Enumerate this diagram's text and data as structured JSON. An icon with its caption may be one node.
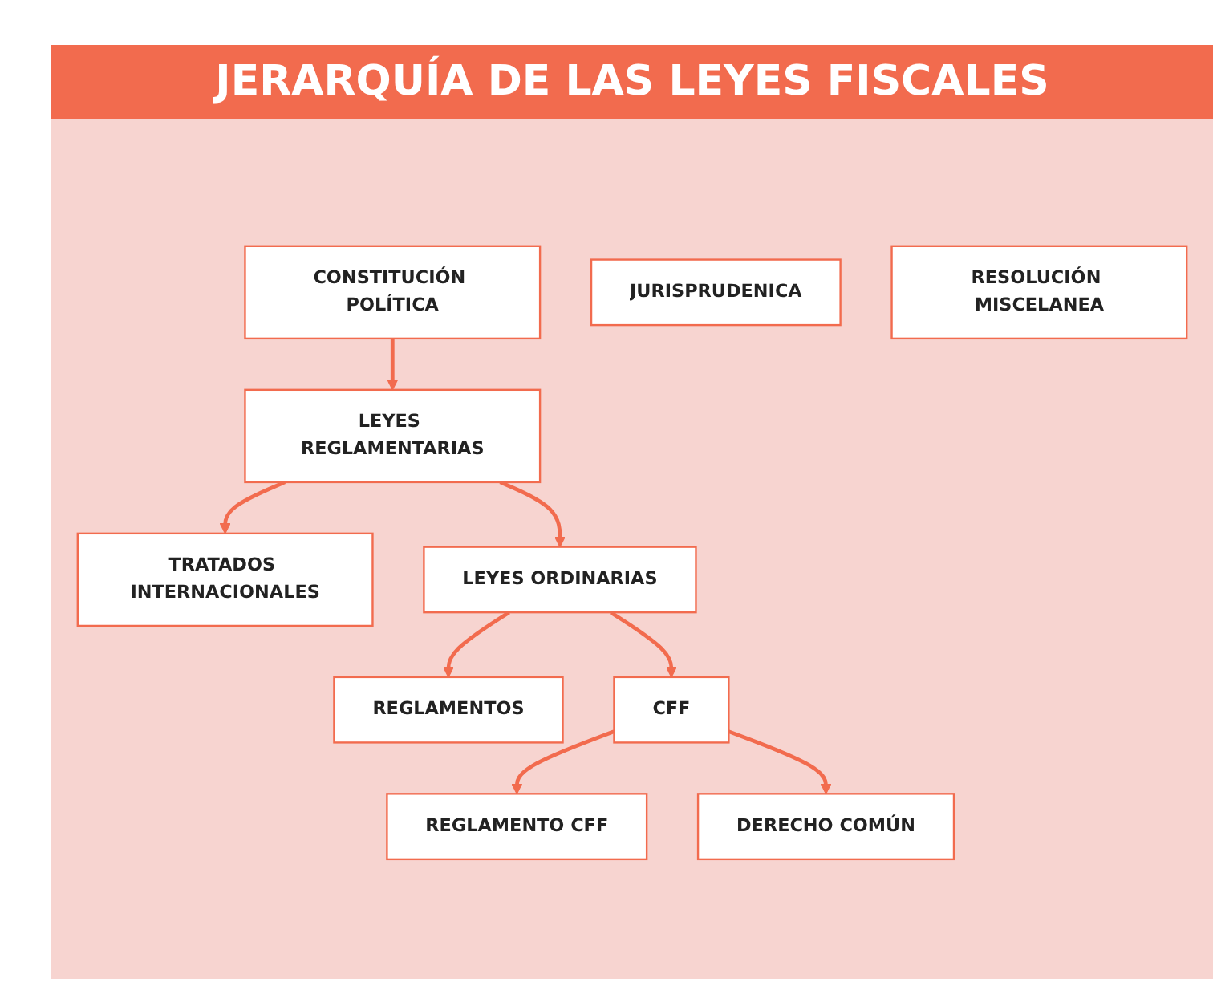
{
  "diagram": {
    "title": "JERARQUÍA DE LAS LEYES FISCALES",
    "nodes": [
      {
        "text": [
          "CONSTITUCIÓN POLÍTICA"
        ]
      },
      {
        "text": [
          "JURISPRUDENICA"
        ]
      },
      {
        "text": [
          "LEYES REGLAMENTARIAS"
        ]
      },
      {
        "text": [
          "TRATADOS INTERNACIONALES"
        ]
      },
      {
        "text": [
          "LEYES ORDINARIAS"
        ]
      },
      {
        "text": [
          "REGLAMENTOS"
        ]
      },
      {
        "text": [
          "RESOLUCIÓN MISCELANEA"
        ]
      },
      {
        "text": [
          "CFF"
        ]
      },
      {
        "text": [
          "REGLAMENTO CFF"
        ]
      },
      {
        "text": [
          "DERECHO COMÚN"
        ]
      }
    ],
    "edges": [
      {
        "from": 0,
        "to": 2,
        "arrow": "to"
      },
      {
        "from": 2,
        "to": 3,
        "arrow": "to"
      },
      {
        "from": 2,
        "to": 4,
        "arrow": "to"
      },
      {
        "from": 4,
        "to": 5,
        "arrow": "to"
      },
      {
        "from": 4,
        "to": 7,
        "arrow": "to"
      },
      {
        "from": 7,
        "to": 8,
        "arrow": "to"
      },
      {
        "from": 7,
        "to": 9,
        "arrow": "to"
      }
    ]
  }
}
